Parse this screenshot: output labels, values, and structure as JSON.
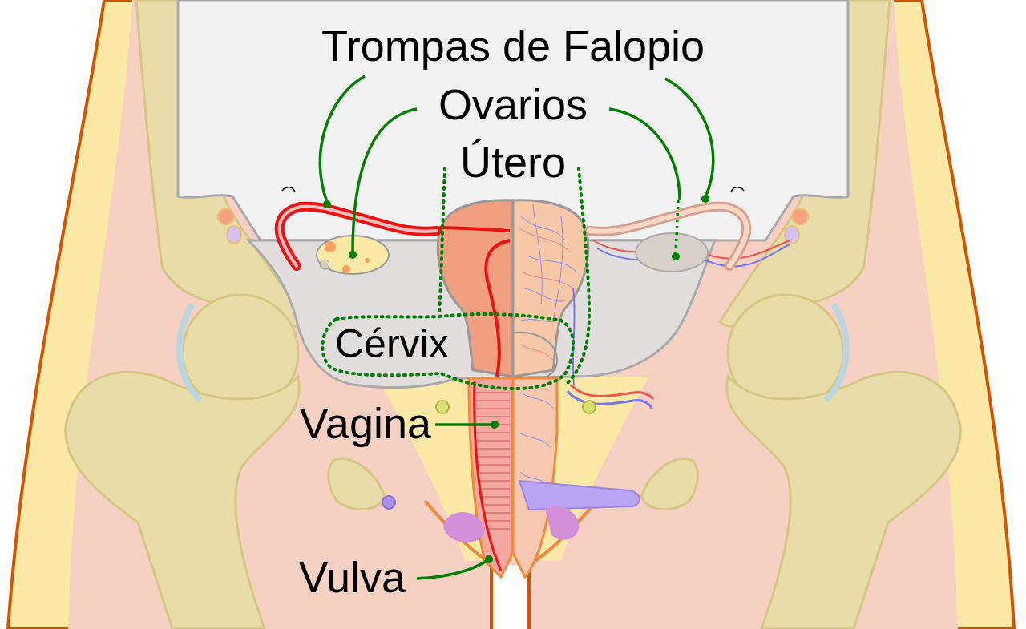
{
  "diagram": {
    "nodes": [
      {
        "text": [
          "Útero"
        ]
      },
      {
        "text": [
          "Cérvix"
        ]
      }
    ],
    "labels": [
      "Trompas de Falopio",
      "Ovarios",
      "Vagina",
      "Vulva"
    ]
  }
}
